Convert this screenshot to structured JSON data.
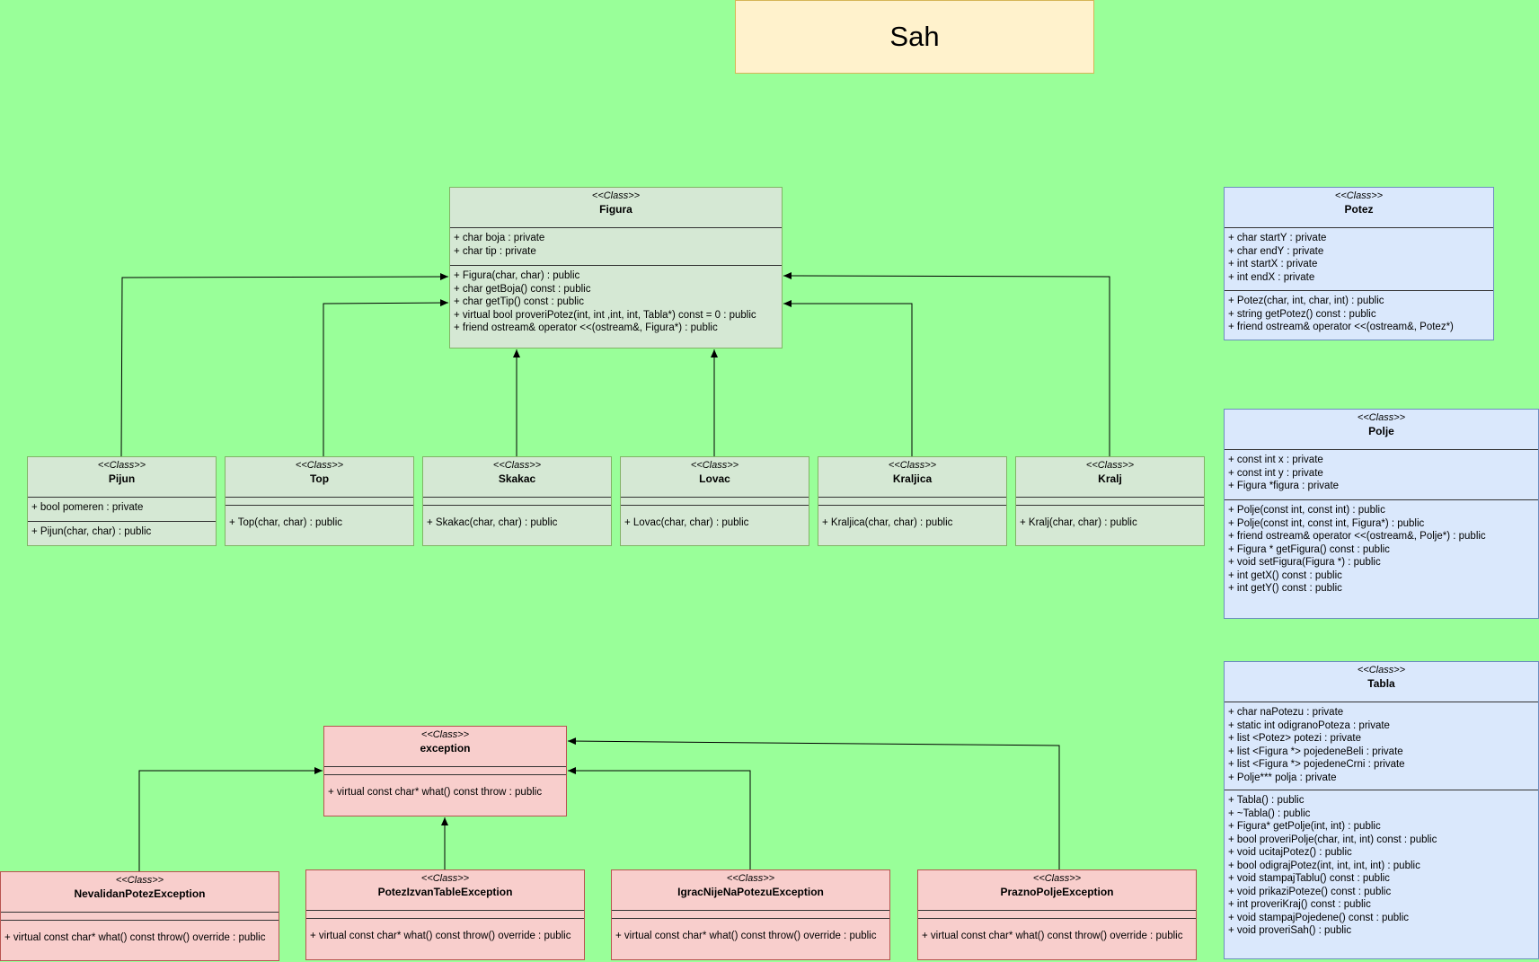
{
  "title": "Sah",
  "stereotype": "<<Class>>",
  "classes": {
    "figura": {
      "name": "Figura",
      "attributes": [
        "+ char boja : private",
        "+ char tip : private"
      ],
      "methods": [
        "+ Figura(char, char) : public",
        "+ char getBoja() const : public",
        "+ char getTip() const : public",
        "+ virtual bool proveriPotez(int, int ,int, int, Tabla*) const = 0 : public",
        "+ friend ostream& operator <<(ostream&, Figura*) : public"
      ]
    },
    "potez": {
      "name": "Potez",
      "attributes": [
        "+ char startY : private",
        "+ char endY : private",
        "+ int startX : private",
        "+ int endX : private"
      ],
      "methods": [
        "+ Potez(char, int, char, int) : public",
        "+ string getPotez() const : public",
        "+ friend ostream& operator <<(ostream&, Potez*)"
      ]
    },
    "polje": {
      "name": "Polje",
      "attributes": [
        "+ const int x : private",
        "+ const int y : private",
        "+ Figura *figura : private"
      ],
      "methods": [
        "+ Polje(const int, const int) : public",
        "+ Polje(const int, const int, Figura*) : public",
        "+ friend ostream& operator <<(ostream&, Polje*) : public",
        "+ Figura * getFigura() const : public",
        "+ void setFigura(Figura *) : public",
        "+ int getX() const : public",
        "+ int getY() const : public"
      ]
    },
    "tabla": {
      "name": "Tabla",
      "attributes": [
        "+ char naPotezu : private",
        "+ static int odigranoPoteza : private",
        "+ list <Potez> potezi : private",
        "+ list <Figura *> pojedeneBeli : private",
        "+ list <Figura *> pojedeneCrni : private",
        "+ Polje*** polja : private"
      ],
      "methods": [
        "+ Tabla() : public",
        "+ ~Tabla() : public",
        "+ Figura* getPolje(int, int) : public",
        "+ bool proveriPolje(char, int, int) const : public",
        "+ void ucitajPotez() : public",
        "+ bool odigrajPotez(int, int, int, int) : public",
        "+ void stampajTablu() const : public",
        "+ void prikaziPoteze() const : public",
        "+ int proveriKraj() const : public",
        "+ void stampajPojedene() const : public",
        "+ void proveriSah() : public"
      ]
    },
    "pijun": {
      "name": "Pijun",
      "attributes": [
        "+ bool pomeren : private"
      ],
      "methods": [
        "+ Pijun(char, char) : public"
      ]
    },
    "top": {
      "name": "Top",
      "attributes": [],
      "methods": [
        "+ Top(char, char) : public"
      ]
    },
    "skakac": {
      "name": "Skakac",
      "attributes": [],
      "methods": [
        "+ Skakac(char, char) : public"
      ]
    },
    "lovac": {
      "name": "Lovac",
      "attributes": [],
      "methods": [
        "+ Lovac(char, char) : public"
      ]
    },
    "kraljica": {
      "name": "Kraljica",
      "attributes": [],
      "methods": [
        "+ Kraljica(char, char) : public"
      ]
    },
    "kralj": {
      "name": "Kralj",
      "attributes": [],
      "methods": [
        "+ Kralj(char, char) : public"
      ]
    },
    "exception": {
      "name": "exception",
      "attributes": [],
      "methods": [
        "+ virtual const char* what() const throw : public"
      ]
    },
    "nevalidan": {
      "name": "NevalidanPotezException",
      "attributes": [],
      "methods": [
        "+ virtual const char* what() const throw() override : public"
      ]
    },
    "izvan": {
      "name": "PotezIzvanTableException",
      "attributes": [],
      "methods": [
        "+ virtual const char* what() const throw() override : public"
      ]
    },
    "igrac": {
      "name": "IgracNijeNaPotezuException",
      "attributes": [],
      "methods": [
        "+ virtual const char* what() const throw() override : public"
      ]
    },
    "prazno": {
      "name": "PraznoPoljeException",
      "attributes": [],
      "methods": [
        "+ virtual const char* what() const throw() override : public"
      ]
    }
  },
  "inheritance": [
    {
      "from": "Pijun",
      "to": "Figura"
    },
    {
      "from": "Top",
      "to": "Figura"
    },
    {
      "from": "Skakac",
      "to": "Figura"
    },
    {
      "from": "Lovac",
      "to": "Figura"
    },
    {
      "from": "Kraljica",
      "to": "Figura"
    },
    {
      "from": "Kralj",
      "to": "Figura"
    },
    {
      "from": "NevalidanPotezException",
      "to": "exception"
    },
    {
      "from": "PotezIzvanTableException",
      "to": "exception"
    },
    {
      "from": "IgracNijeNaPotezuException",
      "to": "exception"
    },
    {
      "from": "PraznoPoljeException",
      "to": "exception"
    }
  ]
}
